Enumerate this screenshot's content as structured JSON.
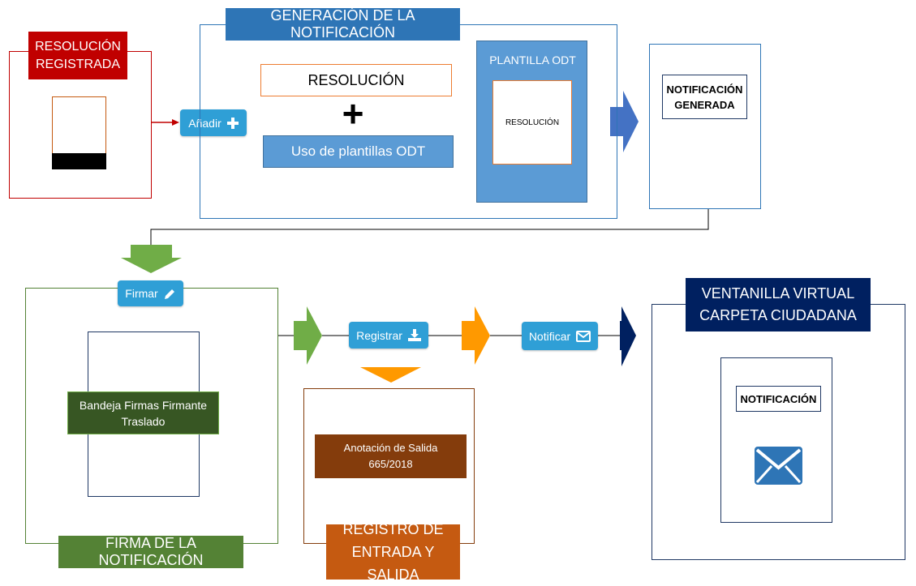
{
  "resolucion_registrada": {
    "title": "RESOLUCIÓN REGISTRADA"
  },
  "generacion": {
    "title": "GENERACIÓN DE LA NOTIFICACIÓN",
    "resolucion_box": "RESOLUCIÓN",
    "plus_symbol": "+",
    "plantillas_label": "Uso de plantillas ODT",
    "plantilla_odt_title": "PLANTILLA ODT",
    "plantilla_inner": "RESOLUCIÓN"
  },
  "notificacion_generada": {
    "label": "NOTIFICACIÓN GENERADA"
  },
  "buttons": {
    "anadir": "Añadir",
    "firmar": "Firmar",
    "registrar": "Registrar",
    "notificar": "Notificar"
  },
  "firma": {
    "bandeja": "Bandeja Firmas Firmante Traslado",
    "title": "FIRMA DE LA NOTIFICACIÓN"
  },
  "registro": {
    "anotacion": "Anotación de Salida 665/2018",
    "title": "REGISTRO DE ENTRADA Y SALIDA"
  },
  "ventanilla": {
    "title": "VENTANILLA VIRTUAL CARPETA CIUDADANA",
    "notificacion": "NOTIFICACIÓN"
  },
  "colors": {
    "red": "#c00000",
    "blue_header": "#2e75b6",
    "light_blue": "#5b9bd5",
    "button_blue": "#2f9fd6",
    "green_arrow": "#70ad47",
    "dark_green": "#375623",
    "firma_green": "#548235",
    "orange": "#ff9900",
    "brown": "#843c0c",
    "orange_title": "#c55a11",
    "navy": "#002060"
  }
}
